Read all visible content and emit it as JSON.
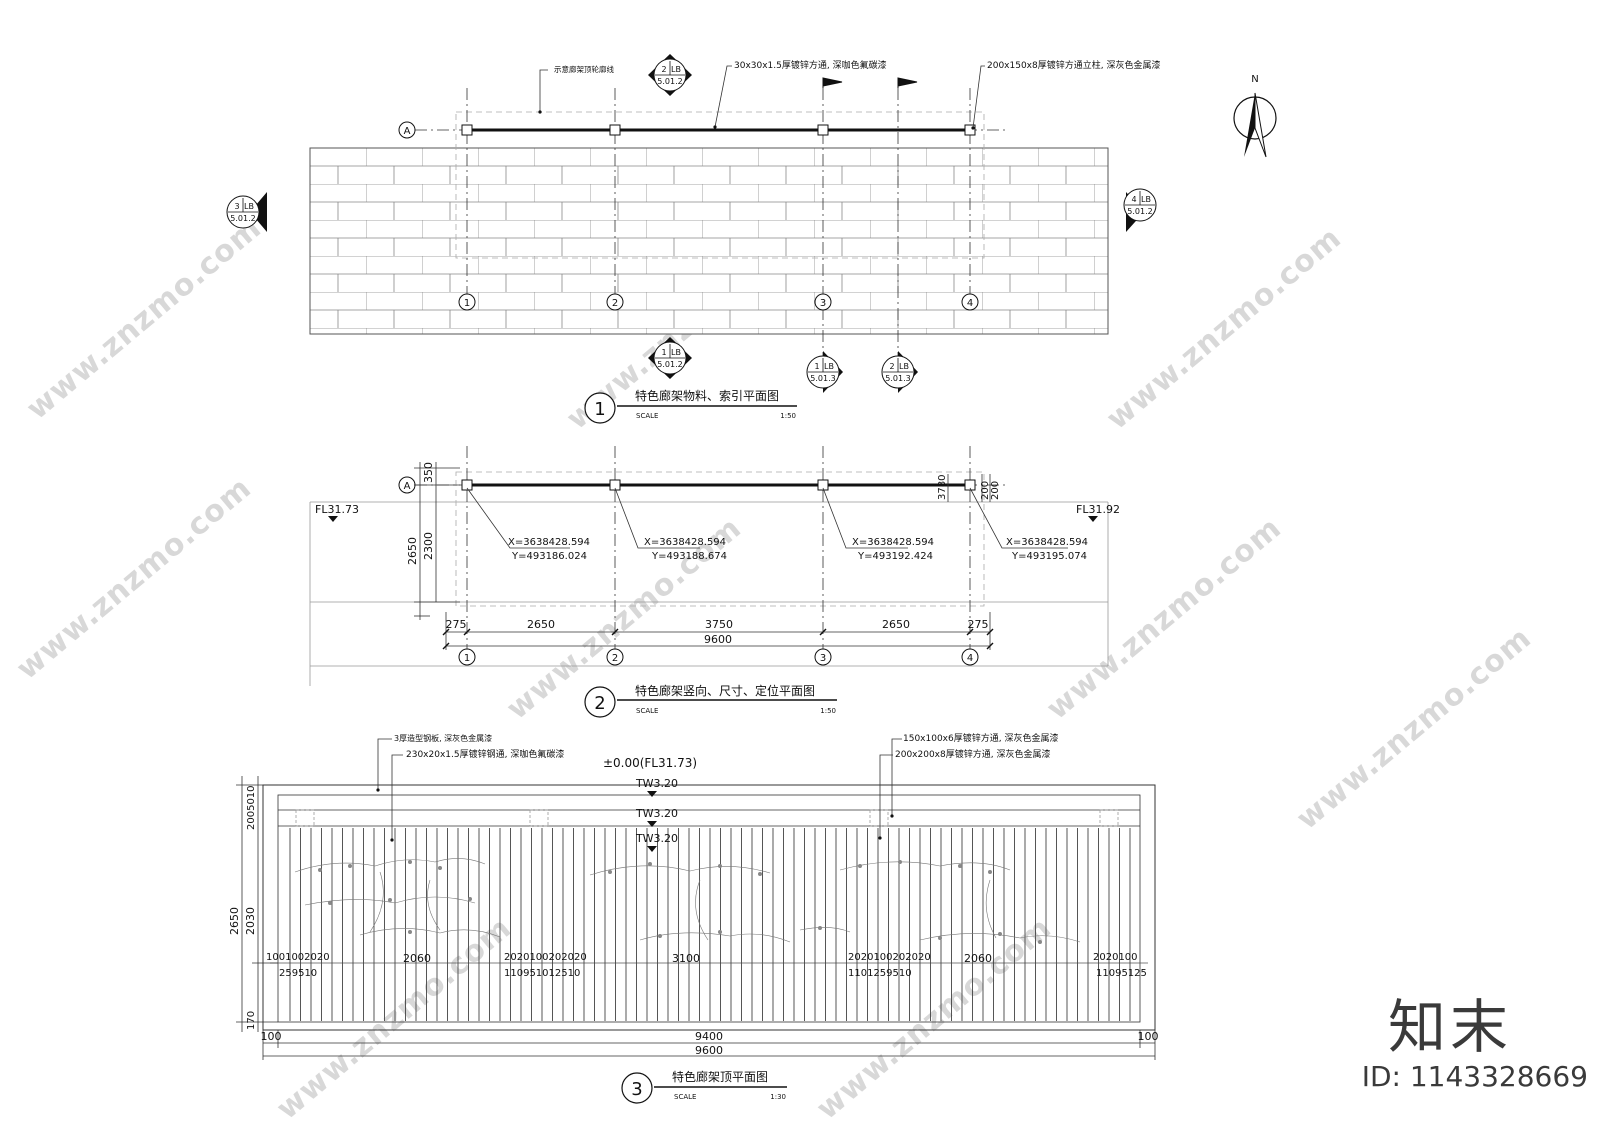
{
  "drawing1": {
    "title": "特色廊架物料、索引平面图",
    "number": "1",
    "scale_label": "SCALE",
    "scale": "1:50",
    "callouts": {
      "outline": "示意廊架顶轮廓线",
      "tube": "30x30x1.5厚镀锌方通, 深咖色氟碳漆",
      "post": "200x150x8厚镀锌方通立柱, 深灰色金属漆"
    },
    "grid_a": "A",
    "axes": [
      "1",
      "2",
      "3",
      "4"
    ],
    "sections": [
      {
        "num": "2",
        "code": "LB",
        "sheet": "5.01.2"
      },
      {
        "num": "3",
        "code": "LB",
        "sheet": "5.01.2"
      },
      {
        "num": "4",
        "code": "LB",
        "sheet": "5.01.2"
      },
      {
        "num": "1",
        "code": "LB",
        "sheet": "5.01.2"
      },
      {
        "num": "1",
        "code": "LB",
        "sheet": "5.01.3"
      },
      {
        "num": "2",
        "code": "LB",
        "sheet": "5.01.3"
      }
    ],
    "north": "N"
  },
  "drawing2": {
    "title": "特色廊架竖向、尺寸、定位平面图",
    "number": "2",
    "scale_label": "SCALE",
    "scale": "1:50",
    "grid_a": "A",
    "fl_left": "FL31.73",
    "fl_right": "FL31.92",
    "vert_dims": [
      "350",
      "2650",
      "2300"
    ],
    "right_dims": [
      "3780",
      "200",
      "200"
    ],
    "coords": [
      {
        "x": "X=3638428.594",
        "y": "Y=493186.024"
      },
      {
        "x": "X=3638428.594",
        "y": "Y=493188.674"
      },
      {
        "x": "X=3638428.594",
        "y": "Y=493192.424"
      },
      {
        "x": "X=3638428.594",
        "y": "Y=493195.074"
      }
    ],
    "horiz_dims": [
      "275",
      "2650",
      "3750",
      "2650",
      "275"
    ],
    "total": "9600",
    "axes": [
      "1",
      "2",
      "3",
      "4"
    ]
  },
  "drawing3": {
    "title": "特色廊架顶平面图",
    "number": "3",
    "scale_label": "SCALE",
    "scale": "1:30",
    "callouts": {
      "plate": "3厚造型钢板, 深灰色金属漆",
      "flat": "230x20x1.5厚镀锌钢通, 深咖色氟碳漆",
      "beam": "150x100x6厚镀锌方通, 深灰色金属漆",
      "column": "200x200x8厚镀锌方通, 深灰色金属漆"
    },
    "level": "±0.00(FL31.73)",
    "tw": [
      "TW3.20",
      "TW3.20",
      "TW3.20"
    ],
    "vert_dims": [
      "2650",
      "2030",
      "2005010",
      "170"
    ],
    "seg_top": [
      "1001002020",
      "2020100202020",
      "2020100202020",
      "2020100"
    ],
    "seg_bottom": [
      "259510",
      "110951012510",
      "1101259510",
      "11095125"
    ],
    "spans": [
      "2060",
      "3100",
      "2060"
    ],
    "bottom_ends": [
      "100",
      "100"
    ],
    "inner_total": "9400",
    "total": "9600"
  },
  "watermark": {
    "site": "www.znzmo.com",
    "brand": "知末",
    "id": "ID: 1143328669"
  }
}
